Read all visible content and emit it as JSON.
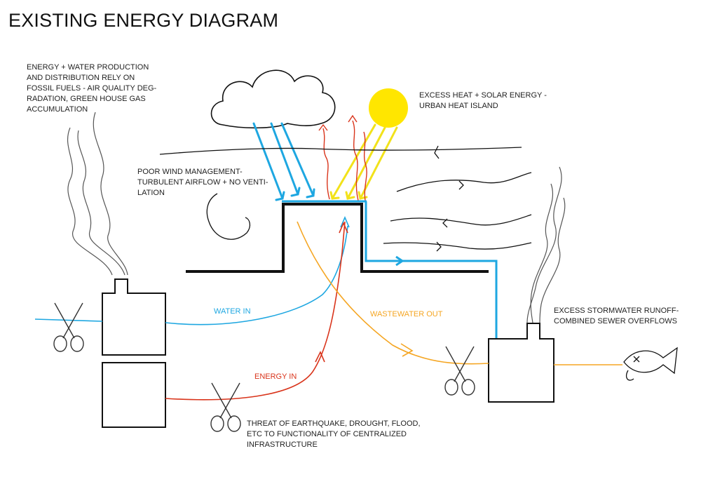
{
  "title": "EXISTING ENERGY DIAGRAM",
  "notes": {
    "fossil_fuels": "ENERGY + WATER PRODUCTION\nAND DISTRIBUTION RELY ON\nFOSSIL FUELS - AIR QUALITY DEG-\nRADATION, GREEN HOUSE GAS\nACCUMULATION",
    "heat_island": "EXCESS HEAT + SOLAR ENERGY -\nURBAN HEAT ISLAND",
    "wind": "POOR WIND MANAGEMENT-\nTURBULENT AIRFLOW + NO VENTI-\nLATION",
    "stormwater": "EXCESS STORMWATER RUNOFF-\nCOMBINED SEWER OVERFLOWS",
    "threat": "THREAT OF EARTHQUAKE, DROUGHT, FLOOD,\nETC TO FUNCTIONALITY OF CENTRALIZED\nINFRASTRUCTURE"
  },
  "flows": {
    "water_in": "WATER IN",
    "wastewater_out": "WASTEWATER OUT",
    "energy_in": "ENERGY IN"
  },
  "colors": {
    "water": "#1ea7e1",
    "wastewater": "#f5a623",
    "energy": "#d9341b",
    "sun": "#ffe600",
    "sunlight": "#f2e21a",
    "ink": "#111111"
  }
}
